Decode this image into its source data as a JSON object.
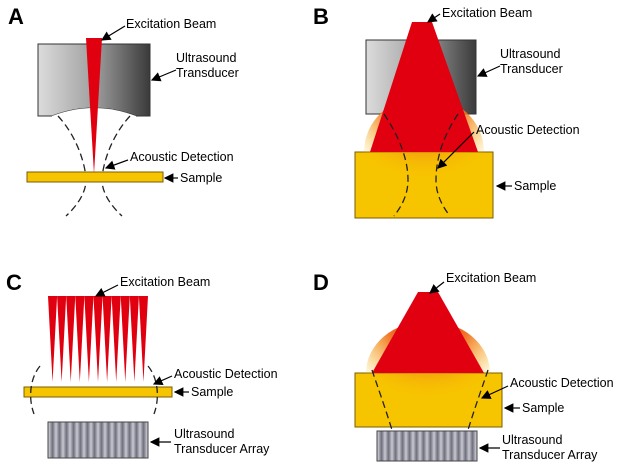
{
  "panels": [
    {
      "letter": "A",
      "labels": {
        "beam": "Excitation Beam",
        "transducer_line1": "Ultrasound",
        "transducer_line2": "Transducer",
        "detection": "Acoustic Detection",
        "sample": "Sample"
      }
    },
    {
      "letter": "B",
      "labels": {
        "beam": "Excitation Beam",
        "transducer_line1": "Ultrasound",
        "transducer_line2": "Transducer",
        "detection": "Acoustic Detection",
        "sample": "Sample"
      }
    },
    {
      "letter": "C",
      "labels": {
        "beam": "Excitation Beam",
        "detection": "Acoustic Detection",
        "sample": "Sample",
        "array_line1": "Ultrasound",
        "array_line2": "Transducer Array"
      }
    },
    {
      "letter": "D",
      "labels": {
        "beam": "Excitation Beam",
        "detection": "Acoustic Detection",
        "sample": "Sample",
        "array_line1": "Ultrasound",
        "array_line2": "Transducer Array"
      }
    }
  ],
  "colors": {
    "beam": "#e00010",
    "sample": "#f7c400",
    "sample_edge": "#7a5c00",
    "transducer_dark": "#3a3a3a",
    "transducer_light": "#d8d8d8"
  }
}
